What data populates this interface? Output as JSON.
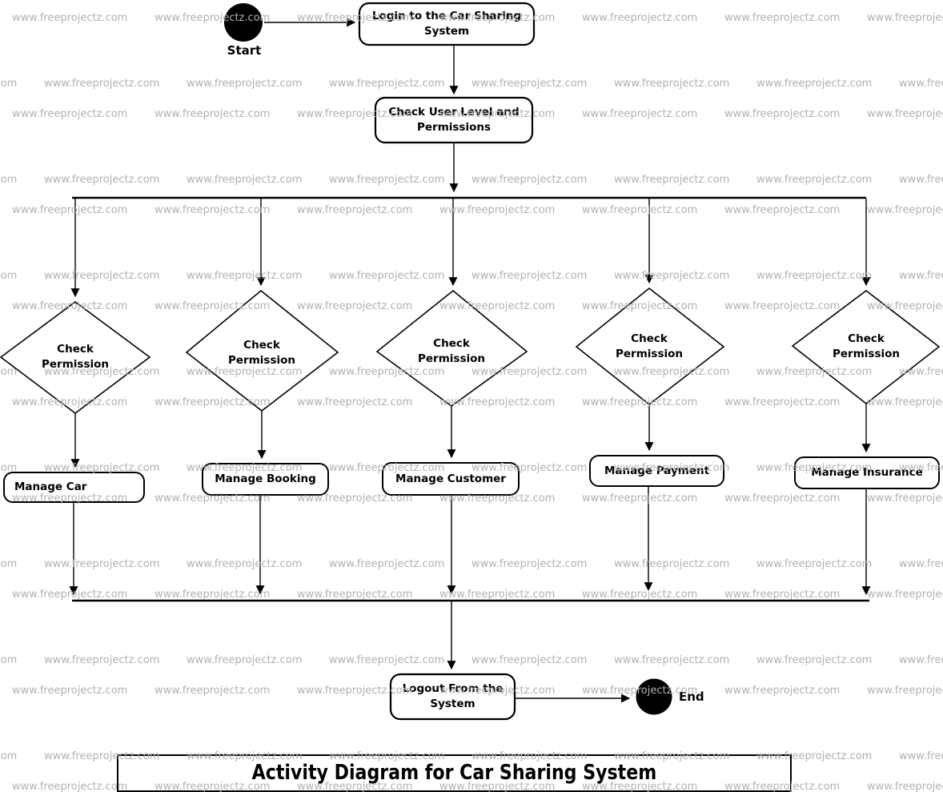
{
  "watermark": {
    "text": "www.freeprojectz.com"
  },
  "title": "Activity Diagram for Car Sharing System",
  "nodes": {
    "start": "Start",
    "login": "Login to the Car Sharing System",
    "check_user": "Check User Level and Permissions",
    "decisions": [
      "Check Permission",
      "Check Permission",
      "Check Permission",
      "Check Permission",
      "Check Permission"
    ],
    "actions": [
      "Manage Car",
      "Manage Booking",
      "Manage Customer",
      "Manage Payment",
      "Manage Insurance"
    ],
    "logout": "Logout From the System",
    "end": "End"
  },
  "colors": {
    "ink": "#000000",
    "watermark": "#b1b1b1",
    "background": "#ffffff",
    "node_fill": "#ffffff"
  }
}
